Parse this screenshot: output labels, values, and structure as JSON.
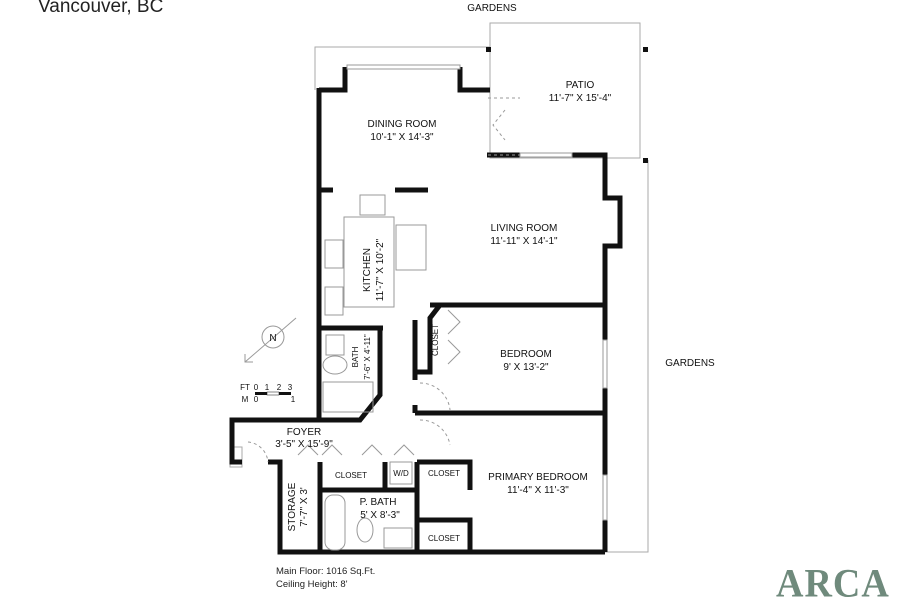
{
  "header": {
    "location": "Vancouver, BC"
  },
  "surroundings": {
    "top": "GARDENS",
    "right": "GARDENS"
  },
  "rooms": {
    "dining": {
      "name": "DINING ROOM",
      "size": "10'-1\" X 14'-3\""
    },
    "patio": {
      "name": "PATIO",
      "size": "11'-7\" X 15'-4\""
    },
    "living": {
      "name": "LIVING ROOM",
      "size": "11'-11\" X 14'-1\""
    },
    "kitchen": {
      "name": "KITCHEN",
      "size": "11'-7\" X 10'-2\""
    },
    "bath": {
      "name": "BATH",
      "size": "7'-6\" X 4'-11\""
    },
    "bedroom": {
      "name": "BEDROOM",
      "size": "9' X 13'-2\""
    },
    "bedroom_closet": {
      "name": "CLOSET"
    },
    "foyer": {
      "name": "FOYER",
      "size": "3'-5\" X 15'-9\""
    },
    "foyer_closet": {
      "name": "CLOSET"
    },
    "laundry": {
      "name": "W/D"
    },
    "storage": {
      "name": "STORAGE",
      "size": "7'-7\" X 3'"
    },
    "pbath": {
      "name": "P. BATH",
      "size": "5' X 8'-3\""
    },
    "primary": {
      "name": "PRIMARY BEDROOM",
      "size": "11'-4\" X 11'-3\""
    },
    "primary_closet_1": {
      "name": "CLOSET"
    },
    "primary_closet_2": {
      "name": "CLOSET"
    }
  },
  "scale": {
    "ft_label": "FT",
    "ft_ticks": [
      "0",
      "1",
      "2",
      "3"
    ],
    "m_label": "M",
    "m_ticks": [
      "0",
      "1"
    ]
  },
  "compass": {
    "letter": "N"
  },
  "footer": {
    "main_floor": "Main Floor: 1016 Sq.Ft.",
    "ceiling": "Ceiling Height: 8'"
  },
  "logo": {
    "text": "ARCA",
    "color": "#6f8a7c"
  }
}
